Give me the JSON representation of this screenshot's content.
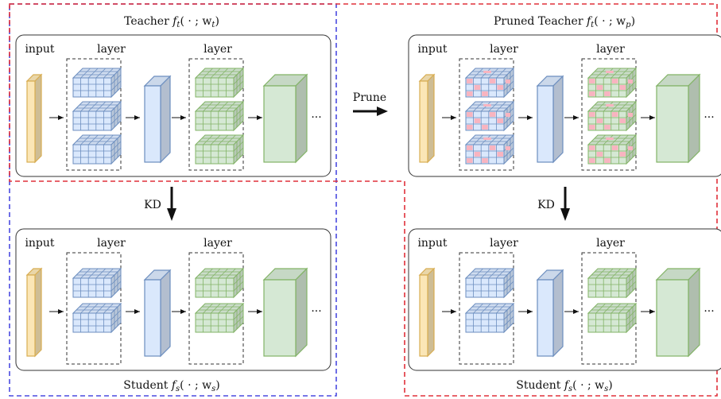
{
  "teacher": {
    "title_name": "Teacher",
    "title_func": "f",
    "title_sub": "t",
    "title_args": "( · ; w",
    "title_arg_sub": "t",
    "title_close": ")"
  },
  "pruned_teacher": {
    "title_name": "Pruned Teacher",
    "title_func": "f",
    "title_sub": "t",
    "title_args": "( · ; w",
    "title_arg_sub": "p",
    "title_close": ")"
  },
  "student_left": {
    "title_name": "Student",
    "title_func": "f",
    "title_sub": "s",
    "title_args": "( · ; w",
    "title_arg_sub": "s",
    "title_close": ")"
  },
  "student_right": {
    "title_name": "Student",
    "title_func": "f",
    "title_sub": "s",
    "title_args": "( · ; w",
    "title_arg_sub": "s",
    "title_close": ")"
  },
  "labels": {
    "input": "input",
    "layer": "layer",
    "ellipsis": "···",
    "prune": "Prune",
    "kd": "KD"
  },
  "colors": {
    "blue_frame": "#4a4adf",
    "red_frame": "#e0303a",
    "input_fill": "#fbe6b6",
    "input_stroke": "#d8ad52",
    "blue_fill": "#dae8fc",
    "blue_stroke": "#6c8ebf",
    "green_fill": "#d5e8d4",
    "green_stroke": "#82b366",
    "prune_mark": "#f8b4c0"
  }
}
